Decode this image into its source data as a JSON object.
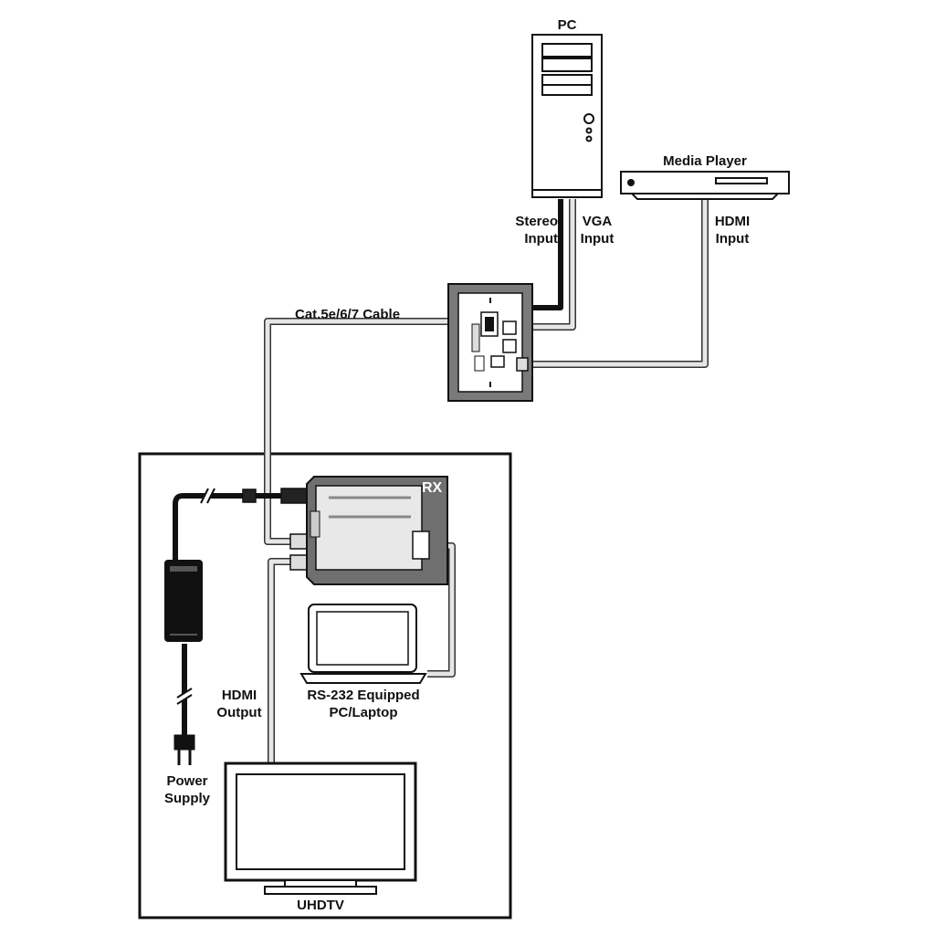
{
  "labels": {
    "pc": "PC",
    "media_player": "Media Player",
    "stereo_input": [
      "Stereo",
      "Input"
    ],
    "vga_input": [
      "VGA",
      "Input"
    ],
    "hdmi_input": [
      "HDMI",
      "Input"
    ],
    "cat_cable": "Cat.5e/6/7 Cable",
    "rx": "RX",
    "hdmi_output": [
      "HDMI",
      "Output"
    ],
    "rs232": [
      "RS-232 Equipped",
      "PC/Laptop"
    ],
    "power_supply": [
      "Power",
      "Supply"
    ],
    "uhdtv": "UHDTV"
  },
  "colors": {
    "line": "#111111",
    "device_gray": "#6f6f6f",
    "panel_gray": "#8a8a8a",
    "cable_fill": "#e6e6e6"
  }
}
